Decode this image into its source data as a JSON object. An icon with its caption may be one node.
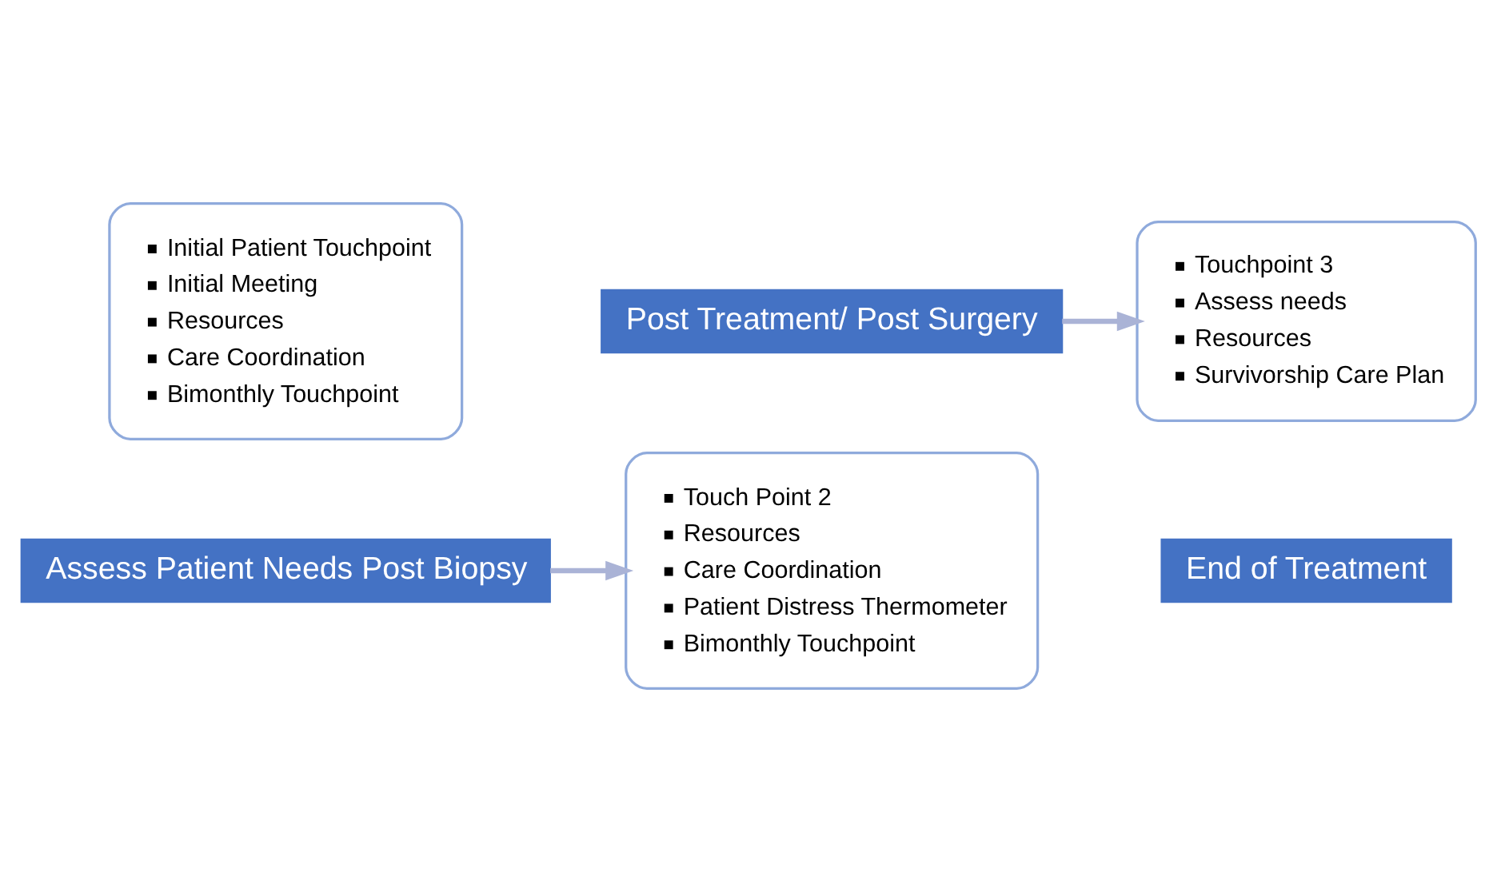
{
  "diagram": {
    "nodes": [
      {
        "text": [
          "Initial Patient Touchpoint",
          "Initial Meeting",
          "Resources",
          "Care Coordination",
          "Bimonthly Touchpoint"
        ]
      },
      {
        "text": [
          "Assess Patient Needs Post Biopsy"
        ]
      },
      {
        "text": [
          "Post Treatment/ Post Surgery"
        ]
      },
      {
        "text": [
          "Touch Point 2",
          "Resources",
          "Care Coordination",
          "Patient Distress Thermometer",
          "Bimonthly Touchpoint"
        ]
      },
      {
        "text": [
          "Touchpoint 3",
          "Assess needs",
          "Resources",
          "Survivorship Care Plan"
        ]
      },
      {
        "text": [
          "End of Treatment"
        ]
      }
    ],
    "edges": [
      {
        "from": 1,
        "to": 3,
        "arrow": "to"
      },
      {
        "from": 2,
        "to": 4,
        "arrow": "to"
      }
    ]
  }
}
